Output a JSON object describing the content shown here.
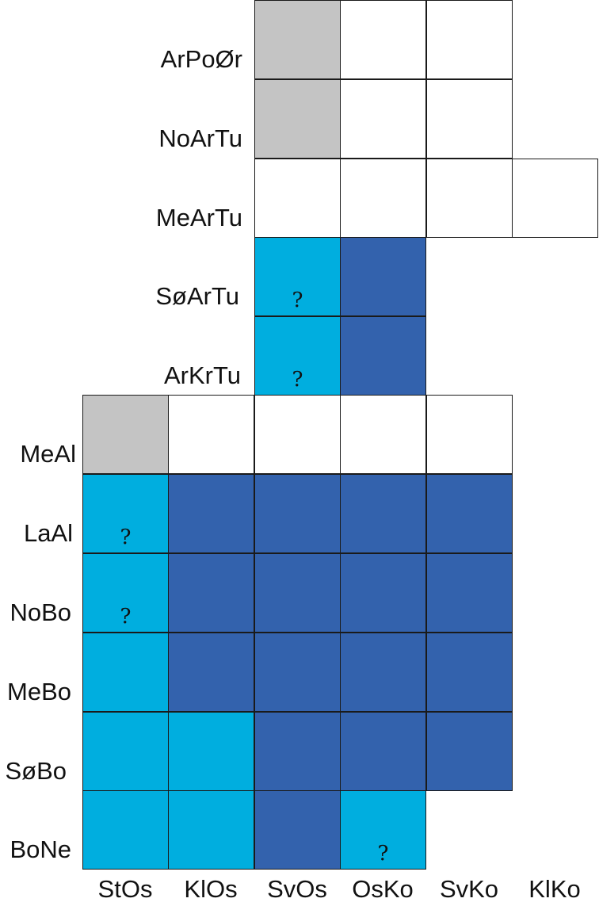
{
  "colors": {
    "grey": "#c4c4c4",
    "white": "#ffffff",
    "light_blue": "#00aedf",
    "dark_blue": "#3362ad"
  },
  "rows": [
    {
      "label": "ArPoØr",
      "cells": [
        null,
        null,
        "grey",
        "white",
        "white",
        null
      ]
    },
    {
      "label": "NoArTu",
      "cells": [
        null,
        null,
        "grey",
        "white",
        "white",
        null
      ]
    },
    {
      "label": "MeArTu",
      "cells": [
        null,
        null,
        "white",
        "white",
        "white",
        "white"
      ]
    },
    {
      "label": "SøArTu",
      "cells": [
        null,
        null,
        "light_blue?",
        "dark_blue",
        null,
        null
      ]
    },
    {
      "label": "ArKrTu",
      "cells": [
        null,
        null,
        "light_blue?",
        "dark_blue",
        null,
        null
      ]
    },
    {
      "label": "MeAl",
      "cells": [
        "grey",
        "white",
        "white",
        "white",
        "white",
        null
      ]
    },
    {
      "label": "LaAl",
      "cells": [
        "light_blue?",
        "dark_blue",
        "dark_blue",
        "dark_blue",
        "dark_blue",
        null
      ]
    },
    {
      "label": "NoBo",
      "cells": [
        "light_blue?",
        "dark_blue",
        "dark_blue",
        "dark_blue",
        "dark_blue",
        null
      ]
    },
    {
      "label": "MeBo",
      "cells": [
        "light_blue",
        "dark_blue",
        "dark_blue",
        "dark_blue",
        "dark_blue",
        null
      ]
    },
    {
      "label": "SøBo",
      "cells": [
        "light_blue",
        "light_blue",
        "dark_blue",
        "dark_blue",
        "dark_blue",
        null
      ]
    },
    {
      "label": "BoNe",
      "cells": [
        "light_blue",
        "light_blue",
        "dark_blue",
        "light_blue?",
        null,
        null
      ]
    }
  ],
  "columns": [
    "StOs",
    "KlOs",
    "SvOs",
    "OsKo",
    "SvKo",
    "KlKo"
  ],
  "uncertain_mark": "?"
}
